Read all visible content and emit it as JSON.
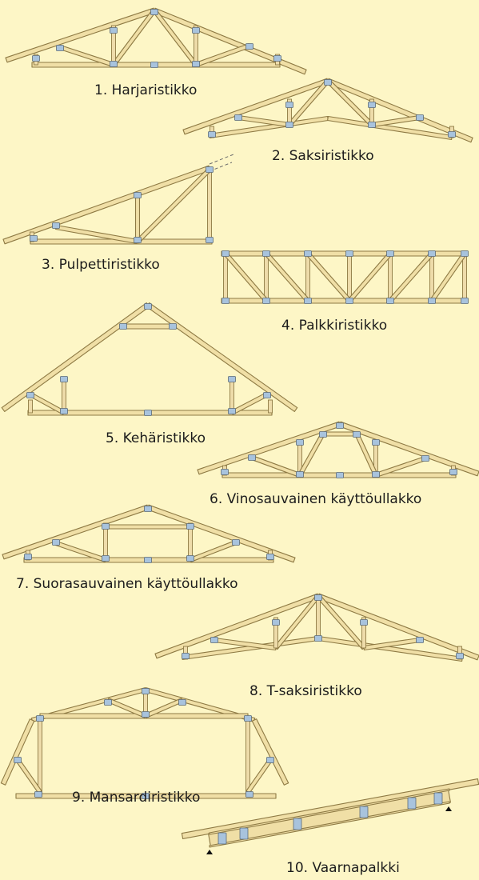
{
  "captions": [
    "1. Harjaristikko",
    "2. Saksiristikko",
    "3. Pulpettiristikko",
    "4. Palkkiristikko",
    "5. Kehäristikko",
    "6. Vinosauvainen käyttöullakko",
    "7. Suorasauvainen käyttöullakko",
    "8. T-saksiristikko",
    "9. Mansardiristikko",
    "10. Vaarnapalkki"
  ],
  "colors": {
    "background": "#fdf6c6",
    "timber": "#f0dfa6",
    "timber_edge": "#8e7a44",
    "nail_plate": "#a8c3dd",
    "text": "#1c1c1c"
  }
}
